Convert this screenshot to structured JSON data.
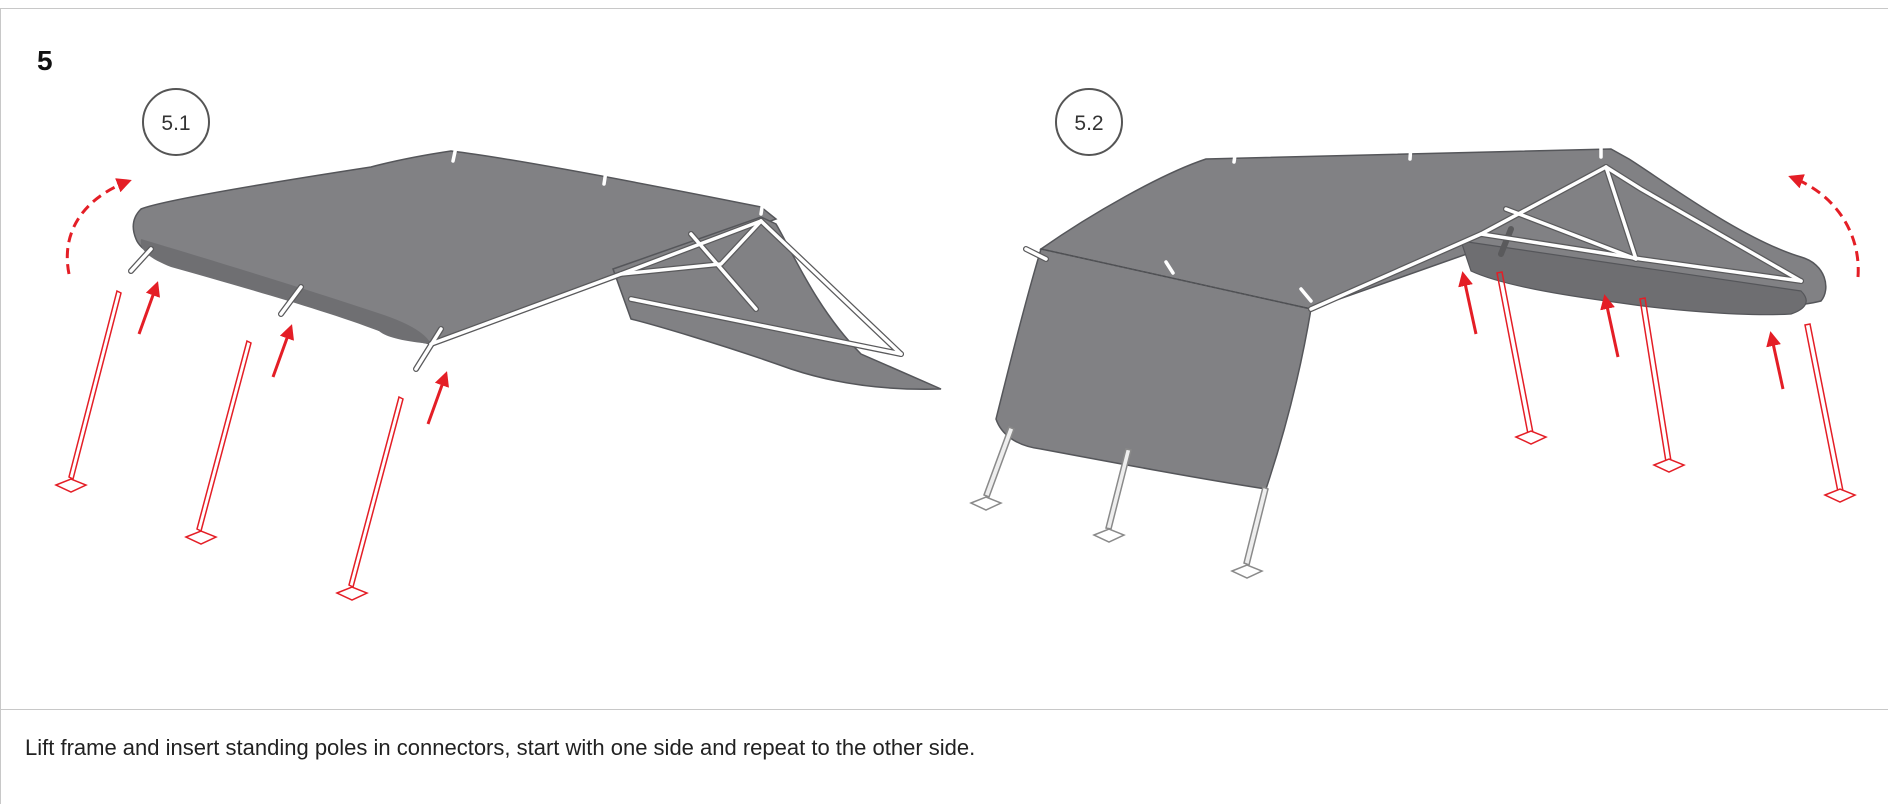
{
  "step": {
    "number": "5",
    "caption": "Lift frame and insert standing poles in connectors, start with one side and repeat to the other side."
  },
  "substeps": [
    {
      "label": "5.1"
    },
    {
      "label": "5.2"
    }
  ],
  "colors": {
    "canvas": "#808083",
    "frame": "#ffffff",
    "frame_outline": "#5a5a5c",
    "highlight": "#e41e26",
    "badge_stroke": "#555555"
  },
  "icons": [
    "curved-arrow-icon",
    "up-arrow-icon",
    "standing-pole-icon",
    "pole-base-icon"
  ]
}
